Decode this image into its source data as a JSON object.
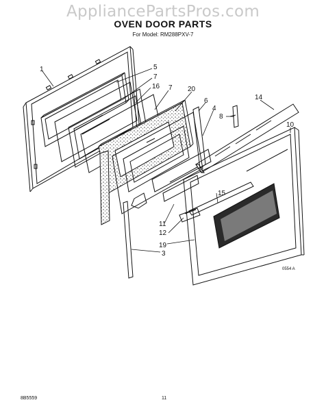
{
  "watermark": "AppliancePartsPros.com",
  "title": "OVEN DOOR PARTS",
  "model_line": "For Model: RM288PXV-7",
  "callouts": {
    "c1": "1",
    "c5": "5",
    "c7a": "7",
    "c16": "16",
    "c7b": "7",
    "c20": "20",
    "c6": "6",
    "c4": "4",
    "c8": "8",
    "c14": "14",
    "c10": "10",
    "c15": "15",
    "c11": "11",
    "c12": "12",
    "c19": "19",
    "c3": "3"
  },
  "figure_code": "0554 A",
  "footer": {
    "left": "8B5559",
    "center": "11"
  }
}
